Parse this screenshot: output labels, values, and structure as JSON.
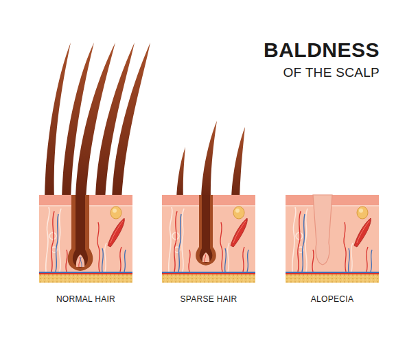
{
  "diagram": {
    "title": "BALDNESS",
    "labels": [
      "OF THE SCALP",
      "NORMAL HAIR",
      "SPARSE HAIR",
      "ALOPECIA"
    ]
  }
}
